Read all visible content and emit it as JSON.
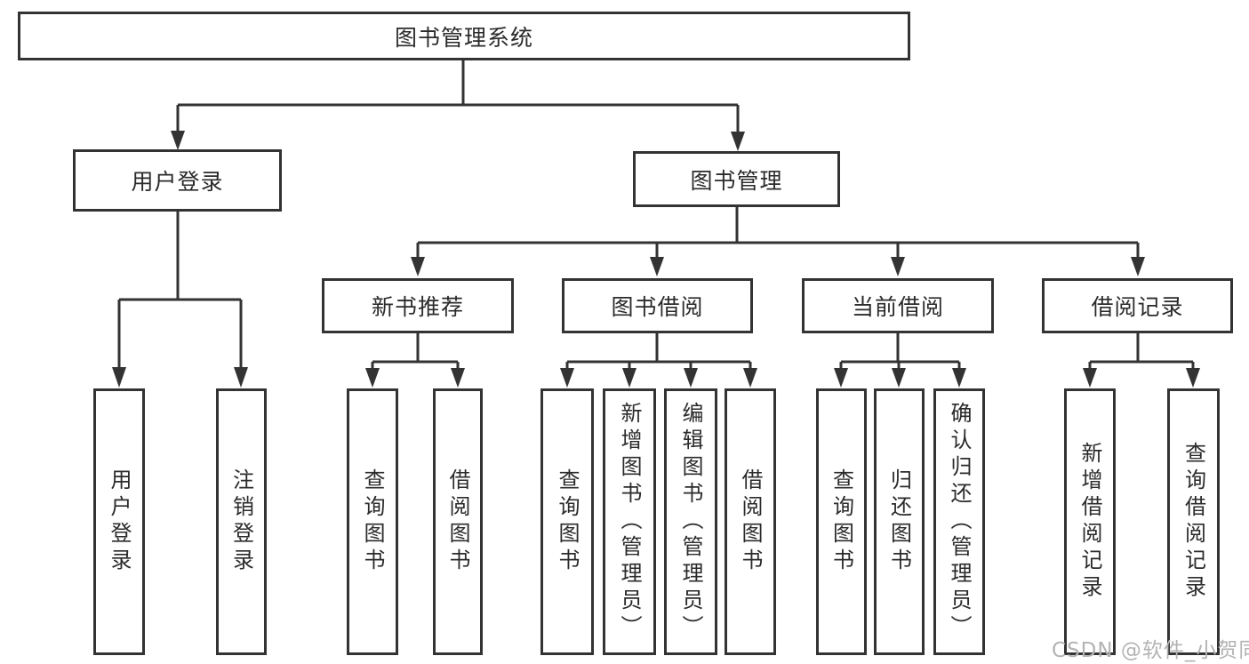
{
  "tree": {
    "root": {
      "label": "图书管理系统"
    },
    "user_login": {
      "label": "用户登录",
      "children": [
        {
          "label": "用户登录"
        },
        {
          "label": "注销登录"
        }
      ]
    },
    "book_management": {
      "label": "图书管理",
      "children": [
        {
          "label": "新书推荐",
          "children": [
            {
              "label": "查询图书"
            },
            {
              "label": "借阅图书"
            }
          ]
        },
        {
          "label": "图书借阅",
          "children": [
            {
              "label": "查询图书"
            },
            {
              "label": "新增图书（管理员）"
            },
            {
              "label": "编辑图书（管理员）"
            },
            {
              "label": "借阅图书"
            }
          ]
        },
        {
          "label": "当前借阅",
          "children": [
            {
              "label": "查询图书"
            },
            {
              "label": "归还图书"
            },
            {
              "label": "确认归还（管理员）"
            }
          ]
        },
        {
          "label": "借阅记录",
          "children": [
            {
              "label": "新增借阅记录"
            },
            {
              "label": "查询借阅记录"
            }
          ]
        }
      ]
    }
  },
  "watermark": {
    "text": "CSDN @软件_小贺同学"
  },
  "colors": {
    "line": "#333333",
    "text": "#2b2b2b",
    "box_background": "#ffffff",
    "watermark": "#b3b3b3"
  }
}
